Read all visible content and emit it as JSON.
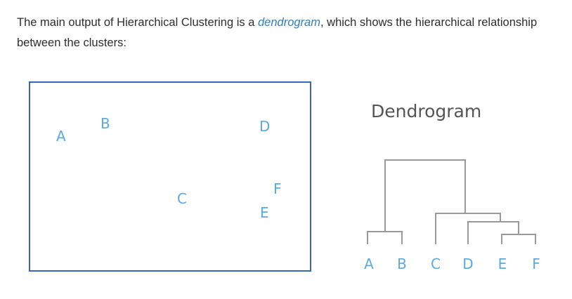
{
  "intro": {
    "before": "The main output of Hierarchical Clustering is a ",
    "keyword": "dendrogram",
    "after": ", which shows the hierarchical relationship between the clusters:"
  },
  "scatter": {
    "points": [
      "A",
      "B",
      "C",
      "D",
      "E",
      "F"
    ]
  },
  "dendrogram": {
    "title": "Dendrogram",
    "leaves": [
      "A",
      "B",
      "C",
      "D",
      "E",
      "F"
    ]
  },
  "colors": {
    "text": "#2d2d2d",
    "keyword": "#2f7fc1",
    "box_border": "#3a66b8",
    "point_label": "#5aa9df",
    "tree_line": "#9a9a9a",
    "title": "#555555"
  }
}
